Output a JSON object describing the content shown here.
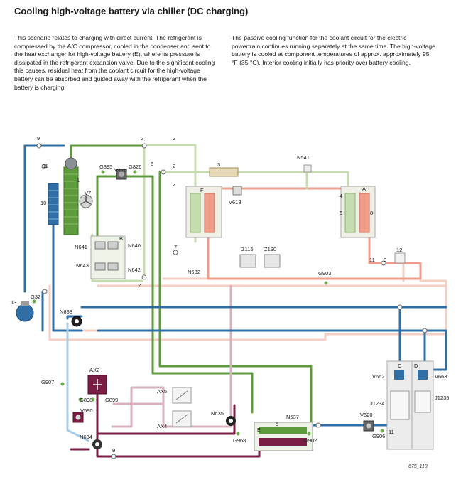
{
  "title": "Cooling high-voltage battery via chiller (DC charging)",
  "paragraph_left": "This scenario relates to charging with direct current. The refrigerant is compressed by the A/C compressor, cooled in the condenser and sent to the heat exchanger for high-voltage battery (E), where its pressure is dissipated in the refrigerant expansion valve. Due to the significant cooling this causes, residual heat from the coolant circuit for the high-voltage battery can be absorbed and guided away with the refrigerant when the battery is charging.",
  "paragraph_right": "The passive cooling function for the coolant circuit for the electric powertrain continues running separately at the same time. The high-voltage battery is cooled at component temperatures of approx. approximately 95 °F (35 °C). Interior cooling initially has priority over battery cooling.",
  "figure_number": "675_110",
  "colors": {
    "coolant_blue": "#2f6fa6",
    "light_blue": "#a9cde8",
    "refrigerant_green": "#5d9a3c",
    "light_green": "#c4dcae",
    "refrigerant_red": "#ef9d89",
    "light_pink": "#f5cfc4",
    "hot_purple": "#7a1e45",
    "mauve": "#d8b1bf"
  },
  "labels": {
    "l9a": "9",
    "l11a": "11",
    "l10": "10",
    "l1": "1",
    "v7": "V7",
    "n641": "N641",
    "n643": "N643",
    "l13": "13",
    "g32": "G32",
    "n633": "N633",
    "g907": "G907",
    "ax2": "AX2",
    "g898": "G898",
    "g899": "G899",
    "v590": "V590",
    "n634": "N634",
    "l9b": "9",
    "l2a": "2",
    "l2b": "2",
    "l2c": "2",
    "l2d": "2",
    "g395": "G395",
    "v470": "V470",
    "g826": "G826",
    "l6": "6",
    "lb": "B",
    "n640": "N640",
    "n642": "N642",
    "l7": "7",
    "lf": "F",
    "l3": "3",
    "v618": "V618",
    "n541": "N541",
    "la": "A",
    "l4": "4",
    "l5a": "5",
    "l8": "8",
    "l12": "12",
    "l11b": "11",
    "l9c": "9",
    "z115": "Z115",
    "z190": "Z190",
    "n632": "N632",
    "g903": "G903",
    "ax5": "AX5",
    "ax4": "AX4",
    "n635": "N635",
    "n637": "N637",
    "le": "E",
    "l5b": "5",
    "g968": "G968",
    "g902": "G902",
    "v620": "V620",
    "g906": "G906",
    "lc": "C",
    "ld": "D",
    "v662": "V662",
    "v663": "V663",
    "j1234": "J1234",
    "j1235": "J1235",
    "l11c": "11"
  }
}
